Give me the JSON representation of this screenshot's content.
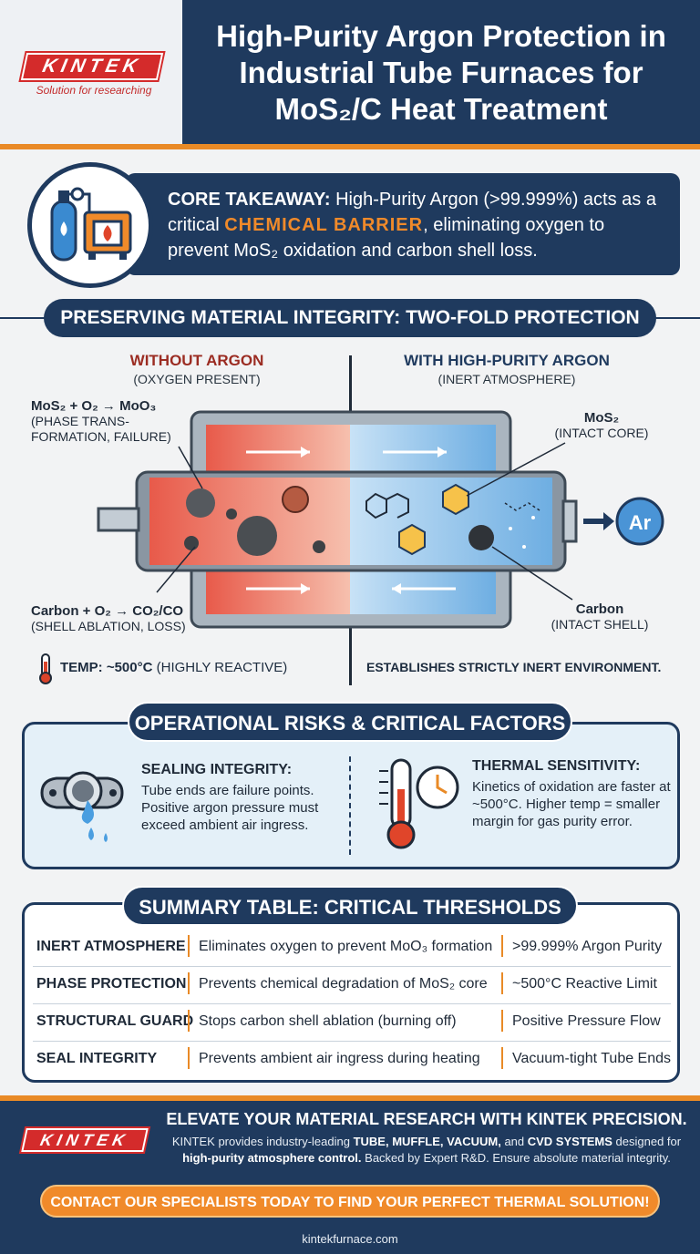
{
  "brand": {
    "name": "KINTEK",
    "tagline": "Solution for researching",
    "accent": "#d42b2b",
    "navy": "#1f3a5e",
    "orange": "#e98a26"
  },
  "header": {
    "title": "High-Purity Argon Protection in Industrial Tube Furnaces for MoS₂/C Heat Treatment"
  },
  "core": {
    "label": "CORE TAKEAWAY:",
    "text_a": " High-Purity Argon (>99.999%) acts as a critical ",
    "highlight": "CHEMICAL BARRIER",
    "text_b": ", eliminating oxygen to prevent MoS₂ oxidation and carbon shell loss.",
    "icons": [
      "gas-cylinder-icon",
      "furnace-icon"
    ]
  },
  "section1": {
    "title": "PRESERVING MATERIAL INTEGRITY: TWO-FOLD PROTECTION",
    "without": {
      "title": "WITHOUT ARGON",
      "subtitle": "(OXYGEN PRESENT)"
    },
    "with": {
      "title": "WITH HIGH-PURITY ARGON",
      "subtitle": "(INERT ATMOSPHERE)"
    },
    "mos2_reaction": {
      "eq": "MoS₂ + O₂ → MoO₃",
      "note": "(PHASE TRANS-FORMATION, FAILURE)"
    },
    "carbon_reaction": {
      "eq": "Carbon + O₂ → CO₂/CO",
      "note": "(SHELL ABLATION, LOSS)"
    },
    "mos2_intact": {
      "name": "MoS₂",
      "note": "(INTACT CORE)"
    },
    "carbon_intact": {
      "name": "Carbon",
      "note": "(INTACT SHELL)"
    },
    "argon_symbol": "Ar",
    "temp": {
      "label": "TEMP: ~500°C",
      "note": " (HIGHLY REACTIVE)"
    },
    "inert_note": "ESTABLISHES STRICTLY INERT ENVIRONMENT."
  },
  "risks": {
    "title": "OPERATIONAL RISKS & CRITICAL FACTORS",
    "sealing": {
      "title": "SEALING INTEGRITY:",
      "body": "Tube ends are failure points. Positive argon pressure must exceed ambient air ingress."
    },
    "thermal": {
      "title": "THERMAL SENSITIVITY:",
      "body": "Kinetics of oxidation are faster at ~500°C. Higher temp = smaller margin for gas purity error."
    }
  },
  "summary": {
    "title": "SUMMARY TABLE: CRITICAL THRESHOLDS",
    "rows": [
      {
        "name": "INERT ATMOSPHERE",
        "desc": "Eliminates oxygen to prevent MoO₃ formation",
        "value": ">99.999% Argon Purity"
      },
      {
        "name": "PHASE PROTECTION",
        "desc": "Prevents chemical degradation of MoS₂ core",
        "value": "~500°C Reactive Limit"
      },
      {
        "name": "STRUCTURAL GUARD",
        "desc": "Stops carbon shell ablation (burning off)",
        "value": "Positive Pressure Flow"
      },
      {
        "name": "SEAL INTEGRITY",
        "desc": "Prevents ambient air ingress during heating",
        "value": "Vacuum-tight Tube Ends"
      }
    ]
  },
  "footer": {
    "headline": "ELEVATE YOUR MATERIAL RESEARCH WITH KINTEK PRECISION.",
    "body_a": "KINTEK provides industry-leading ",
    "products": "TUBE, MUFFLE, VACUUM,",
    "body_b": " and ",
    "cvd": "CVD SYSTEMS",
    "body_c": " designed for ",
    "hp": "high-purity atmosphere control.",
    "body_d": " Backed by Expert R&D. Ensure absolute material integrity.",
    "cta": "CONTACT OUR SPECIALISTS TODAY TO FIND YOUR PERFECT THERMAL SOLUTION!",
    "url": "kintekfurnace.com"
  }
}
